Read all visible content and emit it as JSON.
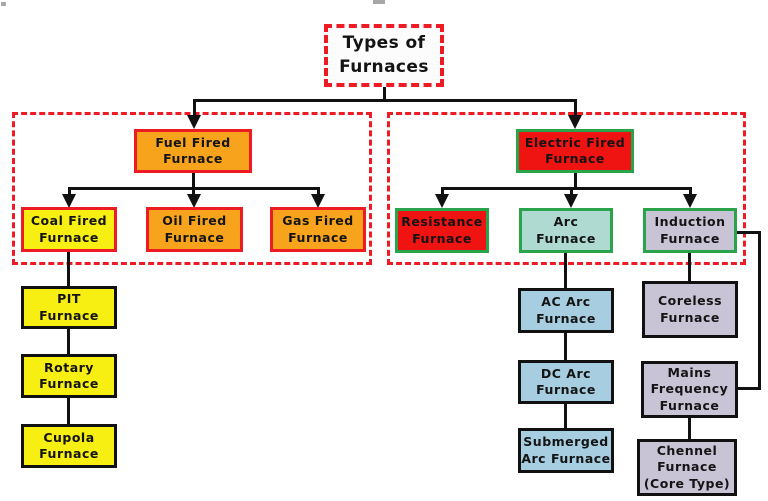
{
  "diagram": {
    "nodes": {
      "title": "Types of\nFurnaces",
      "fuel": "Fuel Fired\nFurnace",
      "electric": "Electric Fired\nFurnace",
      "coal": "Coal Fired\nFurnace",
      "oil": "Oil Fired\nFurnace",
      "gas": "Gas Fired\nFurnace",
      "resistance": "Resistance\nFurnace",
      "arc": "Arc\nFurnace",
      "induction": "Induction\nFurnace",
      "pit": "PIT\nFurnace",
      "rotary": "Rotary\nFurnace",
      "cupola": "Cupola\nFurnace",
      "ac_arc": "AC Arc\nFurnace",
      "dc_arc": "DC Arc\nFurnace",
      "submerged_arc": "Submerged\nArc Furnace",
      "coreless": "Coreless\nFurnace",
      "mains_frequency": "Mains\nFrequency\nFurnace",
      "chennel": "Chennel\nFurnace\n(Core Type)"
    },
    "colors": {
      "red_fill": "#EF1312",
      "red_border": "#ED1C24",
      "green_border": "#29A44B",
      "orange_fill": "#F8A31C",
      "yellow_fill": "#F7EE12",
      "teal_fill": "#AEDAD2",
      "light_blue_fill": "#A6CEE0",
      "lavender_fill": "#C9C3D6",
      "line_color": "#111111",
      "dashed_group_border": "#ED1C24"
    }
  }
}
